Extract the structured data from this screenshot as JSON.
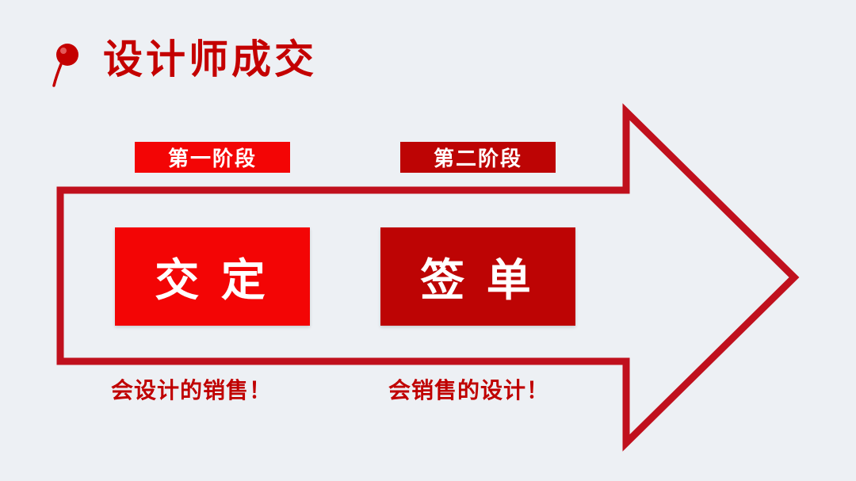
{
  "slide": {
    "title": "设计师成交",
    "background_color": "#edf0f4",
    "title_color": "#c40000"
  },
  "diagram": {
    "type": "process-arrow",
    "arrow_outline_color": "#c0101d",
    "stages": [
      {
        "phase_label": "第一阶段",
        "phase_color": "#f30505",
        "box_label": "交 定",
        "box_color": "#f30505",
        "caption": "会设计的销售！"
      },
      {
        "phase_label": "第二阶段",
        "phase_color": "#bd0404",
        "box_label": "签 单",
        "box_color": "#bd0404",
        "caption": "会销售的设计！"
      }
    ]
  },
  "icons": {
    "pin_icon": "red-pushpin"
  }
}
